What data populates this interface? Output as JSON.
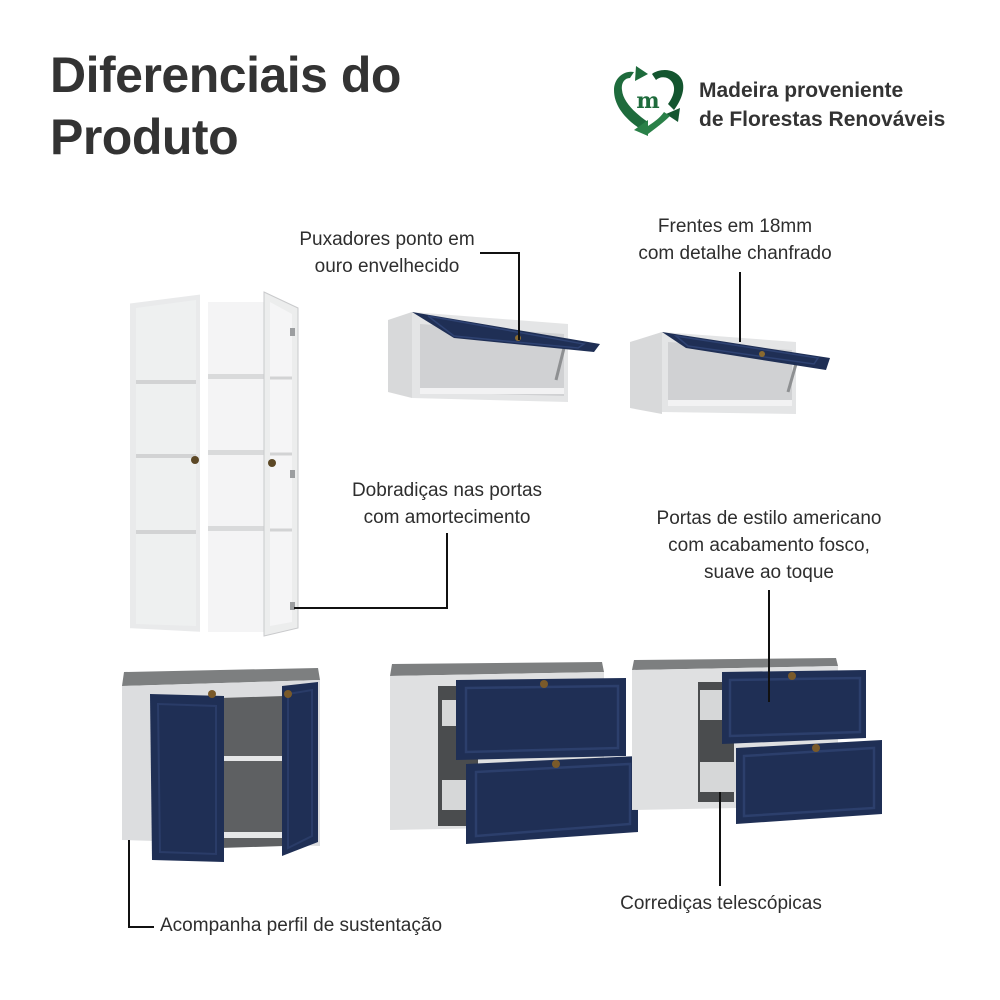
{
  "header": {
    "title_lines": [
      "Diferenciais do",
      "Produto"
    ]
  },
  "badge": {
    "icon": "recycle-heart-m-icon",
    "brand_color": "#1e6b3c",
    "lines": [
      "Madeira proveniente",
      "de Florestas Renováveis"
    ]
  },
  "features": {
    "handles": {
      "lines": [
        "Puxadores ponto em",
        "ouro envelhecido"
      ]
    },
    "fronts": {
      "lines": [
        "Frentes em 18mm",
        "com detalhe chanfrado"
      ]
    },
    "hinges": {
      "lines": [
        "Dobradiças nas portas",
        "com amortecimento"
      ]
    },
    "doors": {
      "lines": [
        "Portas de estilo americano",
        "com acabamento fosco,",
        "suave ao toque"
      ]
    },
    "support": {
      "lines": [
        "Acompanha perfil de sustentação"
      ]
    },
    "slides": {
      "lines": [
        "Corrediças telescópicas"
      ]
    }
  },
  "colors": {
    "navy_front": "#1f2f55",
    "carcass_white": "#e6e7e8",
    "countertop_gray": "#7d7f80",
    "handle_gold": "#7a5a2a"
  }
}
